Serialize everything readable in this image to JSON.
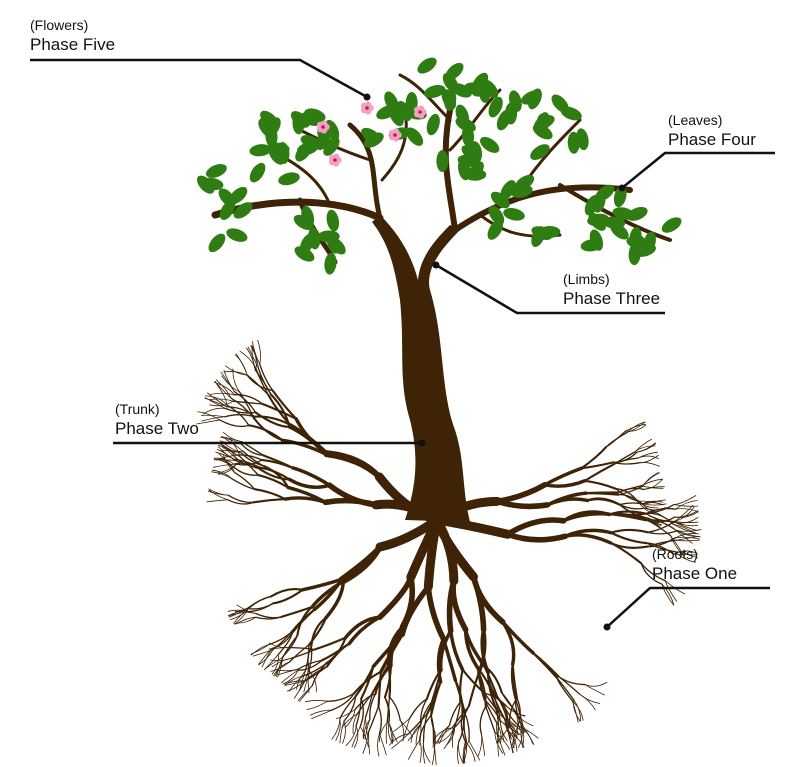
{
  "title": "Tree growth phases",
  "labels": [
    {
      "id": "flowers",
      "category": "(Flowers)",
      "phase": "Phase Five"
    },
    {
      "id": "leaves",
      "category": "(Leaves)",
      "phase": "Phase Four"
    },
    {
      "id": "limbs",
      "category": "(Limbs)",
      "phase": "Phase Three"
    },
    {
      "id": "trunk",
      "category": "(Trunk)",
      "phase": "Phase Two"
    },
    {
      "id": "roots",
      "category": "(Roots)",
      "phase": "Phase One"
    }
  ],
  "colors": {
    "wood": "#3e2307",
    "leaf": "#2f7d12",
    "flower": "#f2a2c0",
    "line": "#111111"
  }
}
